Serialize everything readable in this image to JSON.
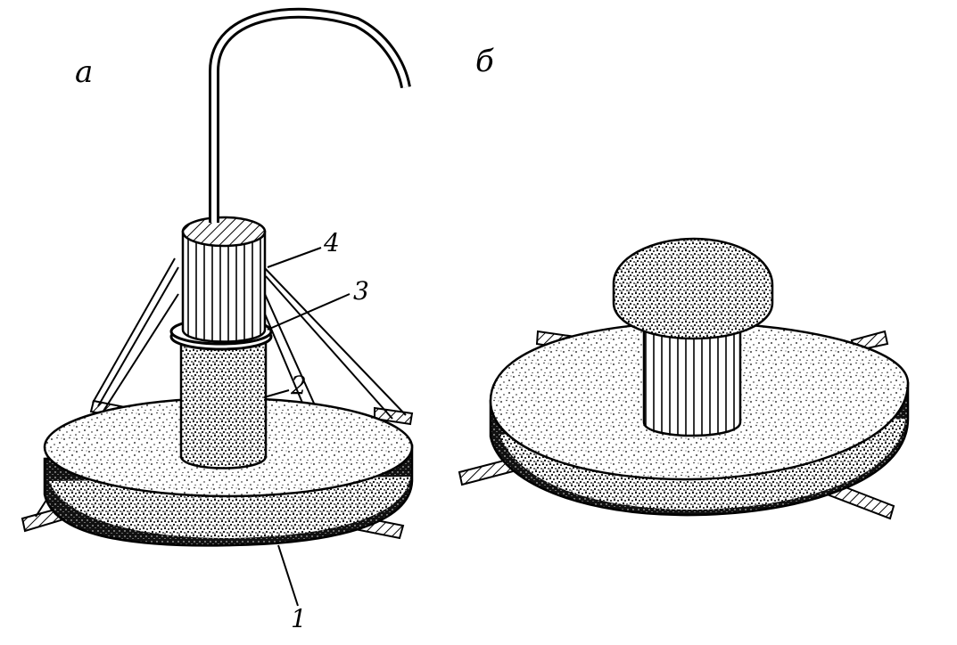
{
  "figure": {
    "panel_labels": {
      "a": "а",
      "b": "б"
    },
    "part_labels": {
      "p1": "1",
      "p2": "2",
      "p3": "3",
      "p4": "4"
    }
  }
}
